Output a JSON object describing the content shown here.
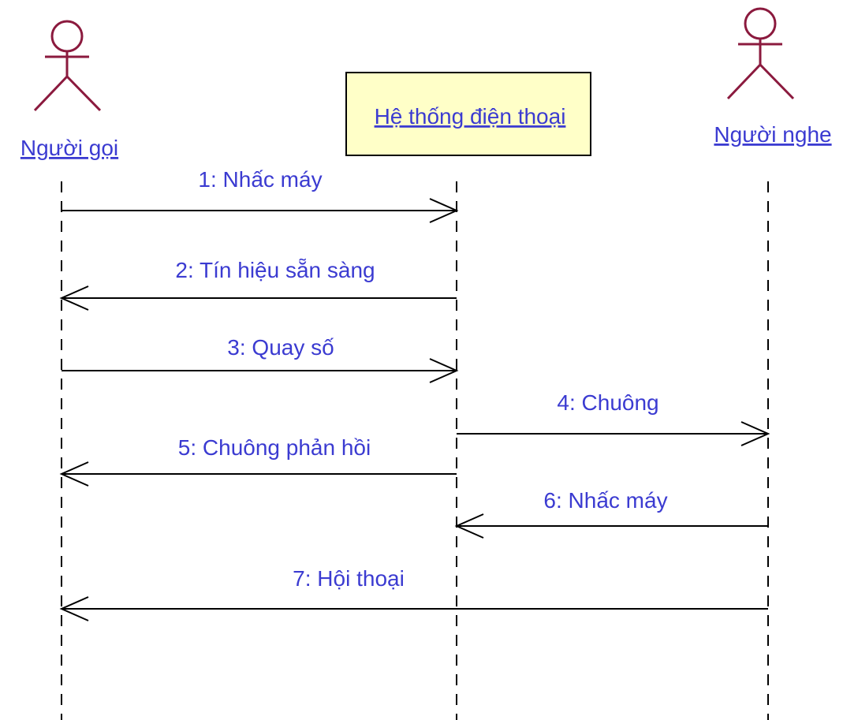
{
  "colors": {
    "text": "#3b3bd1",
    "actor": "#8b1a3e",
    "line": "#000000",
    "box_fill": "#ffffc8",
    "box_border": "#000000"
  },
  "participants": {
    "caller": {
      "label": "Người gọi",
      "kind": "actor"
    },
    "system": {
      "label": "Hệ thống điện thoại",
      "kind": "object"
    },
    "listener": {
      "label": "Người nghe",
      "kind": "actor"
    }
  },
  "messages": [
    {
      "label": "1: Nhấc máy",
      "from": "caller",
      "to": "system"
    },
    {
      "label": "2: Tín hiệu sẵn sàng",
      "from": "system",
      "to": "caller"
    },
    {
      "label": "3: Quay số",
      "from": "caller",
      "to": "system"
    },
    {
      "label": "4: Chuông",
      "from": "system",
      "to": "listener"
    },
    {
      "label": "5: Chuông phản hồi",
      "from": "system",
      "to": "caller"
    },
    {
      "label": "6: Nhấc máy",
      "from": "listener",
      "to": "system"
    },
    {
      "label": "7: Hội thoại",
      "from": "listener",
      "to": "caller"
    }
  ]
}
